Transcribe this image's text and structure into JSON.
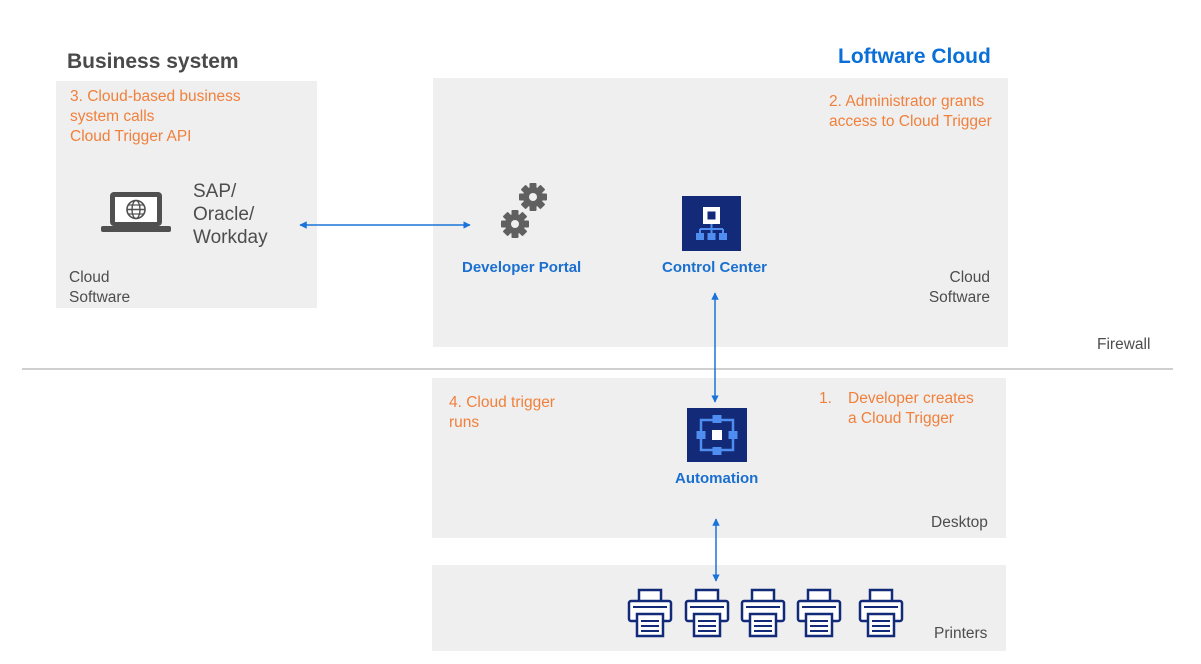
{
  "business": {
    "title": "Business system",
    "step": [
      "3. Cloud-based business",
      "system calls",
      "Cloud Trigger API"
    ],
    "systems": [
      "SAP/",
      "Oracle/",
      "Workday"
    ],
    "software": [
      "Cloud",
      "Software"
    ],
    "laptop_icon": "laptop-globe-icon"
  },
  "cloud": {
    "title": "Loftware Cloud",
    "step": [
      "2. Administrator grants",
      "access to Cloud Trigger"
    ],
    "developer_portal": "Developer Portal",
    "control_center": "Control Center",
    "software": [
      "Cloud",
      "Software"
    ],
    "gears_icon": "gears-icon",
    "control_center_icon": "sitemap-icon"
  },
  "firewall": "Firewall",
  "desktop": {
    "step_left": [
      "4. Cloud trigger",
      "runs"
    ],
    "step_right_num": "1.",
    "step_right": [
      "Developer creates",
      "a Cloud Trigger"
    ],
    "automation": "Automation",
    "label": "Desktop",
    "automation_icon": "automation-icon"
  },
  "printers": {
    "label": "Printers",
    "count": 5,
    "icon": "printer-icon"
  },
  "colors": {
    "panel": "#efefef",
    "orange": "#f0803c",
    "blue": "#0a6fd6",
    "navy": "#122a78",
    "arrow": "#1a73d9"
  }
}
